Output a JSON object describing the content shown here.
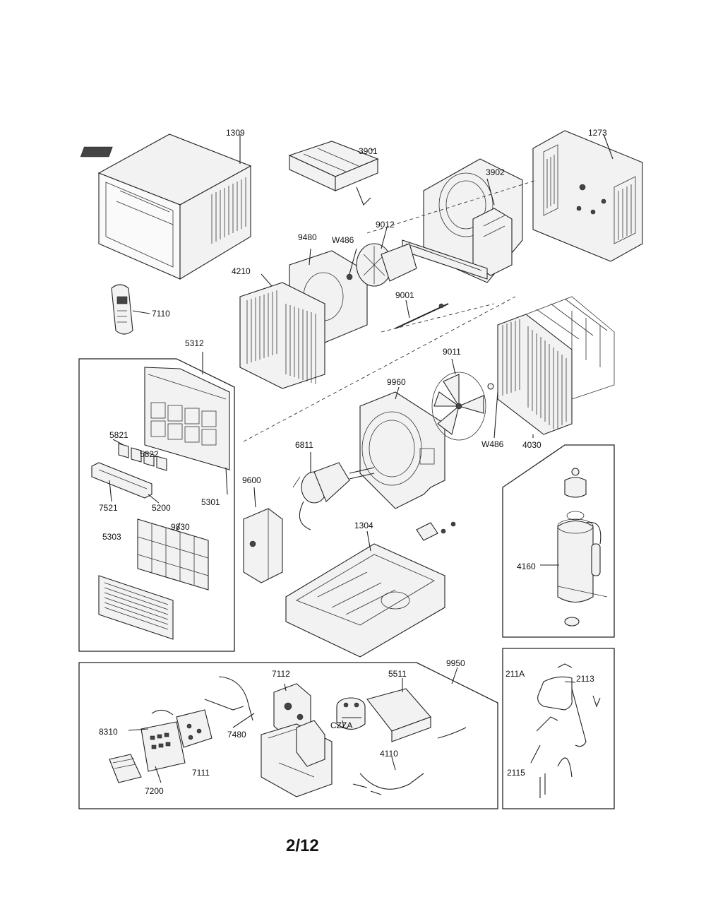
{
  "page_number": "2/12",
  "part_labels": {
    "p1309": "1309",
    "p3901": "3901",
    "p3902": "3902",
    "p1273": "1273",
    "p9480": "9480",
    "w486a": "W486",
    "p9012": "9012",
    "p4210": "4210",
    "p9001": "9001",
    "p7110": "7110",
    "p5312": "5312",
    "p9011": "9011",
    "p9960": "9960",
    "p5821": "5821",
    "p5822": "5822",
    "p6811": "6811",
    "w486b": "W486",
    "p4030": "4030",
    "p7521": "7521",
    "p5200": "5200",
    "p5301": "5301",
    "p9600": "9600",
    "p5303": "5303",
    "p9830": "9830",
    "p1304": "1304",
    "p4160": "4160",
    "p9950": "9950",
    "p211a": "211A",
    "p2113": "2113",
    "p7112": "7112",
    "p5511": "5511",
    "p7480": "7480",
    "p8310": "8310",
    "pczza": "CZZA",
    "p7111": "7111",
    "p4110": "4110",
    "p2115": "2115",
    "p7200": "7200"
  }
}
